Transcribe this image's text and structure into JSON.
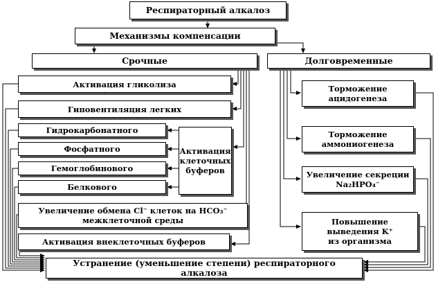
{
  "diagram": {
    "title": "Респираторный алкалоз",
    "mechanisms": "Механизмы компенсации",
    "urgent": "Срочные",
    "long_term": "Долговременные",
    "urgent_items": {
      "glycolysis": "Активация гликолиза",
      "hypoventilation": "Гиповентиляция легких",
      "bicarbonate": "Гидрокарбонатного",
      "phosphate": "Фосфатного",
      "hemoglobin": "Гемоглобинового",
      "protein": "Белкового",
      "cell_buffers": "Активация клеточных буферов",
      "exchange_line1": "Увеличение обмена Cl⁻ клеток на HCO₃⁻",
      "exchange_line2": "межклеточной среды",
      "extracellular": "Активация внеклеточных буферов"
    },
    "long_term_items": {
      "acidogenesis_line1": "Торможение",
      "acidogenesis_line2": "ацидогенеза",
      "ammoniogenesis_line1": "Торможение",
      "ammoniogenesis_line2": "аммониогенеза",
      "secretion_line1": "Увеличение секреции",
      "secretion_line2": "Na₂HPO₄⁻",
      "potassium_line1": "Повышение",
      "potassium_line2": "выведения K⁺",
      "potassium_line3": "из организма"
    },
    "result": "Устранение (уменьшение степени) респираторного алкалоза"
  }
}
